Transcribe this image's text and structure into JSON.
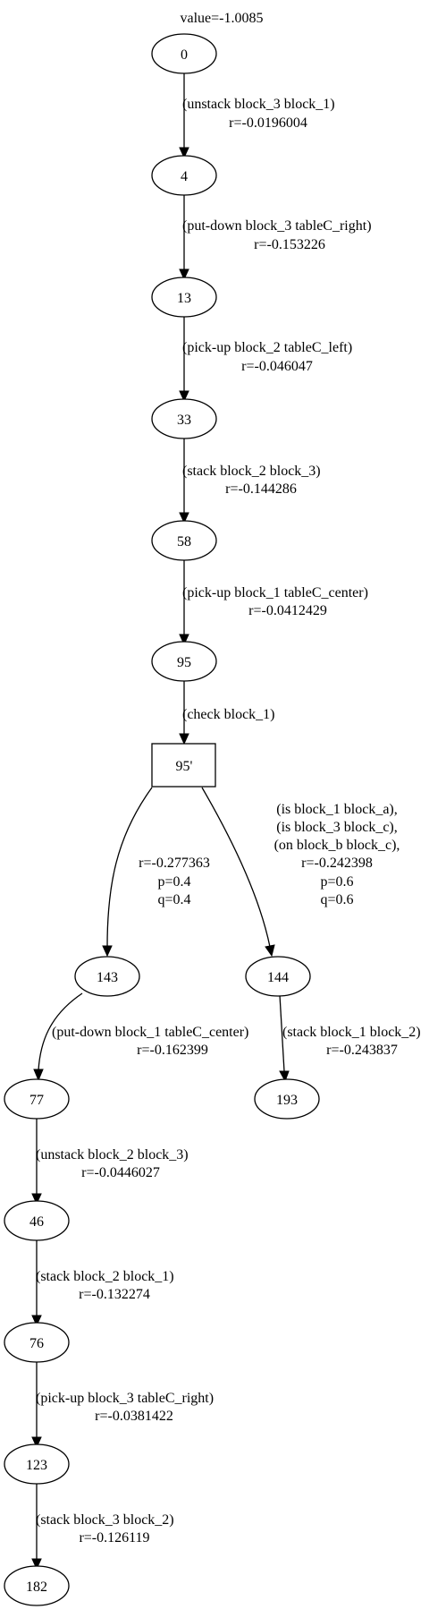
{
  "header": {
    "value_label": "value=-1.0085"
  },
  "nodes": {
    "n0": "0",
    "n4": "4",
    "n13": "13",
    "n33": "33",
    "n58": "58",
    "n95": "95",
    "n95p": "95'",
    "n143": "143",
    "n144": "144",
    "n193": "193",
    "n77": "77",
    "n46": "46",
    "n76": "76",
    "n123": "123",
    "n182": "182"
  },
  "edges": {
    "e0_4": [
      "(unstack block_3 block_1)",
      "r=-0.0196004"
    ],
    "e4_13": [
      "(put-down block_3 tableC_right)",
      "r=-0.153226"
    ],
    "e13_33": [
      "(pick-up block_2 tableC_left)",
      "r=-0.046047"
    ],
    "e33_58": [
      "(stack block_2 block_3)",
      "r=-0.144286"
    ],
    "e58_95": [
      "(pick-up block_1 tableC_center)",
      "r=-0.0412429"
    ],
    "e95_95p": [
      "(check block_1)"
    ],
    "e95p_143": [
      "r=-0.277363",
      "p=0.4",
      "q=0.4"
    ],
    "e95p_144": [
      "(is block_1 block_a),",
      "(is block_3 block_c),",
      "(on block_b block_c),",
      "r=-0.242398",
      "p=0.6",
      "q=0.6"
    ],
    "e143_77": [
      "(put-down block_1 tableC_center)",
      "r=-0.162399"
    ],
    "e144_193": [
      "(stack block_1 block_2)",
      "r=-0.243837"
    ],
    "e77_46": [
      "(unstack block_2 block_3)",
      "r=-0.0446027"
    ],
    "e46_76": [
      "(stack block_2 block_1)",
      "r=-0.132274"
    ],
    "e76_123": [
      "(pick-up block_3 tableC_right)",
      "r=-0.0381422"
    ],
    "e123_182": [
      "(stack block_3 block_2)",
      "r=-0.126119"
    ]
  }
}
